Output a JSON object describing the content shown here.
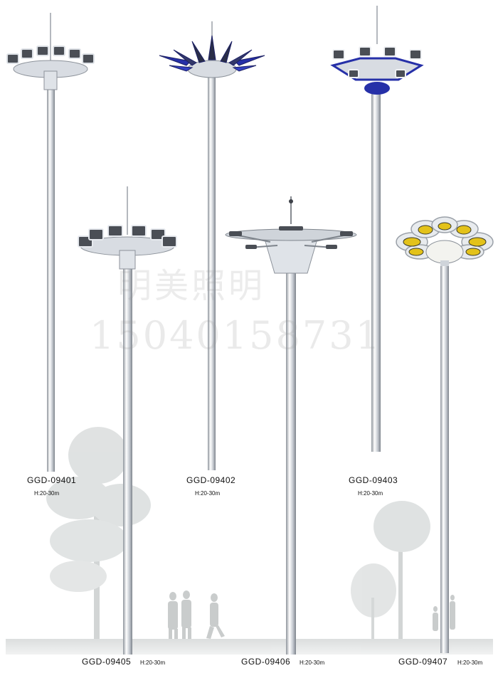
{
  "watermark": {
    "chinese": "明美照明",
    "phone": "15040158731"
  },
  "products": [
    {
      "model": "GGD-09401",
      "height": "H:20-30m"
    },
    {
      "model": "GGD-09402",
      "height": "H:20-30m"
    },
    {
      "model": "GGD-09403",
      "height": "H:20-30m"
    },
    {
      "model": "GGD-09405",
      "height": "H:20-30m"
    },
    {
      "model": "GGD-09406",
      "height": "H:20-30m"
    },
    {
      "model": "GGD-09407",
      "height": "H:20-30m"
    }
  ],
  "colors": {
    "pole": "#c9ced6",
    "accent_blue": "#2630a8",
    "flower_yellow": "#e3c21a",
    "background_scene": "#cfd3d3"
  }
}
